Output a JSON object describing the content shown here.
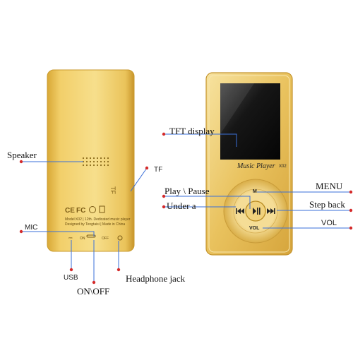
{
  "labels": {
    "speaker": "Speaker",
    "tf": "TF",
    "mic": "MIC",
    "usb": "USB",
    "on_off": "ON\\OFF",
    "headphone_jack": "Headphone jack",
    "tft_display": "TFT display",
    "play_pause": "Play \\ Pause",
    "under_a": "Under a",
    "menu": "MENU",
    "step_back": "Step back",
    "vol": "VOL"
  },
  "back_device": {
    "tf_slot_text": "TF",
    "model_line1": "Model:X02 | 12th. Dedicated music player",
    "model_line2": "Designed by Tengtaisi | Made in China",
    "switch_on": "ON",
    "switch_off": "OFF"
  },
  "front_device": {
    "brand": "Music Player",
    "model": "X02",
    "m_key": "M",
    "vol_key": "VOL"
  },
  "colors": {
    "gold_light": "#f4d77a",
    "gold_mid": "#e2b646",
    "gold_dark": "#b88a1f",
    "leader_line": "#3a6fd8",
    "leader_dot": "#d42a2a"
  }
}
